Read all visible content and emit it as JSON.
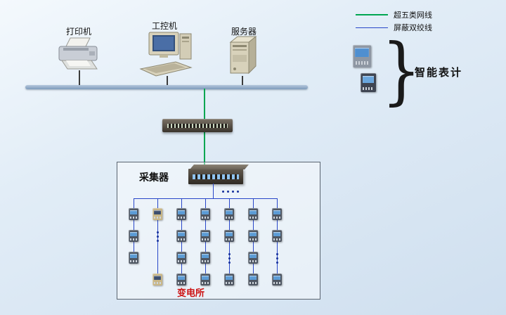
{
  "legend": {
    "items": [
      {
        "id": "cat5e",
        "label": "超五类网线",
        "color": "#00a651"
      },
      {
        "id": "stp",
        "label": "屏蔽双绞线",
        "color": "#2846c8"
      }
    ]
  },
  "top_devices": [
    {
      "id": "printer",
      "label": "打印机"
    },
    {
      "id": "workstation",
      "label": "工控机"
    },
    {
      "id": "server",
      "label": "服务器"
    }
  ],
  "smart_meters": {
    "label": "智能表计",
    "brace": "}"
  },
  "collector": {
    "label": "采集器"
  },
  "substation": {
    "label": "变电所",
    "label_color": "#cc1111"
  },
  "meter_grid": {
    "columns": [
      [
        "m",
        "m",
        "m",
        null
      ],
      [
        "t",
        "d",
        null,
        "t"
      ],
      [
        "m",
        "m",
        "m",
        "m"
      ],
      [
        "m",
        "m",
        "m",
        "m"
      ],
      [
        "m",
        "m",
        "d",
        "m"
      ],
      [
        "m",
        "m",
        "m",
        "m"
      ],
      [
        "m",
        "m",
        "d",
        "m"
      ]
    ]
  },
  "colors": {
    "bus": "#7e9bbb",
    "wire_green": "#00a651",
    "wire_blue": "#2846c8"
  }
}
